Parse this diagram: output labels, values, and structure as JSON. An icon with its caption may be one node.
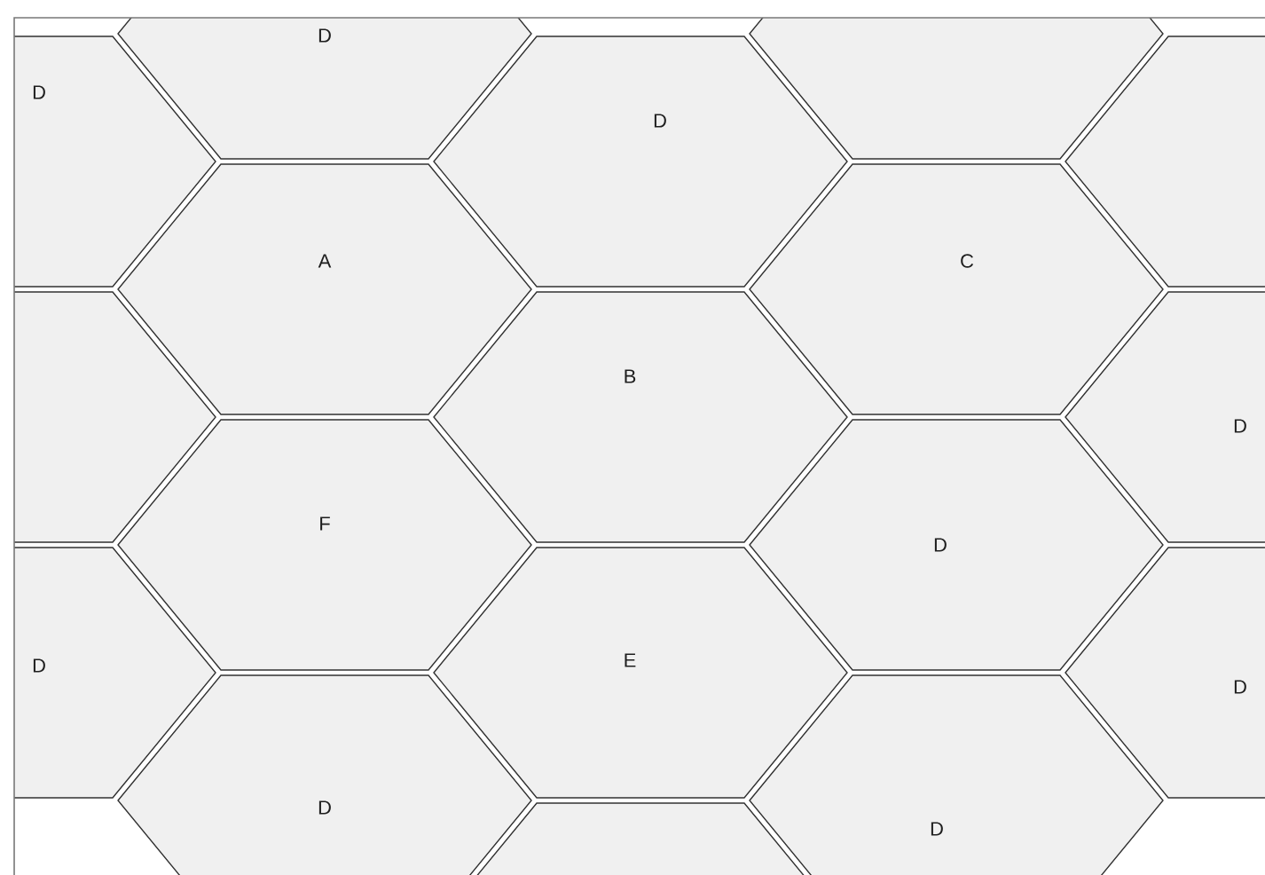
{
  "diagram": {
    "nodes": [
      {
        "text": [
          "D"
        ]
      },
      {
        "text": [
          "D"
        ]
      },
      {
        "text": [
          "D"
        ]
      },
      {
        "text": [],
        "shape": "hexagon"
      },
      {
        "text": [
          "A"
        ]
      },
      {
        "text": [
          "C"
        ]
      },
      {
        "text": [],
        "shape": "hexagon"
      },
      {
        "text": [],
        "shape": "hexagon"
      },
      {
        "text": [
          "B"
        ]
      },
      {
        "text": [
          "D"
        ]
      },
      {
        "text": [
          "F"
        ]
      },
      {
        "text": [
          "D"
        ]
      },
      {
        "text": [
          "D"
        ]
      },
      {
        "text": [
          "E"
        ]
      },
      {
        "text": [
          "D"
        ]
      },
      {
        "text": [
          "D"
        ]
      },
      {
        "text": [
          "D"
        ]
      },
      {
        "text": [],
        "shape": "hexagon"
      }
    ]
  }
}
